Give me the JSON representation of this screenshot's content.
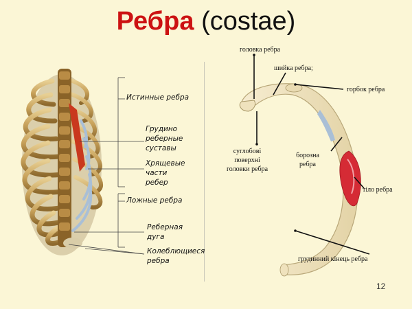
{
  "slide": {
    "title_ru": "Ребра",
    "title_latin": "(costae)",
    "page_number": "12"
  },
  "left_figure": {
    "labels": {
      "true_ribs": "Истинные ребра",
      "joints_l1": "Грудино",
      "joints_l2": "реберные",
      "joints_l3": "суставы",
      "cartilage_l1": "Хрящевые",
      "cartilage_l2": "части",
      "cartilage_l3": "ребер",
      "false_ribs": "Ложные ребра",
      "arch_l1": "Реберная",
      "arch_l2": "дуга",
      "floating_l1": "Колеблющиеся",
      "floating_l2": "ребра"
    }
  },
  "right_figure": {
    "labels": {
      "head": "головка ребра",
      "neck": "шийка ребра;",
      "tubercle": "горбок ребра",
      "articular_l1": "суглобові",
      "articular_l2": "поверхні",
      "articular_l3": "головки ребра",
      "groove_l1": "борозна",
      "groove_l2": "ребра",
      "body": "тіло ребра",
      "sternal_end": "грудинний кінець ребра"
    }
  },
  "colors": {
    "title_red": "#cc1212",
    "background": "#fbf6d6",
    "bone": "#c9a35c",
    "cartilage": "#a9bfd6",
    "joint_red": "#c9381e",
    "muscle_red": "#d52b35"
  }
}
